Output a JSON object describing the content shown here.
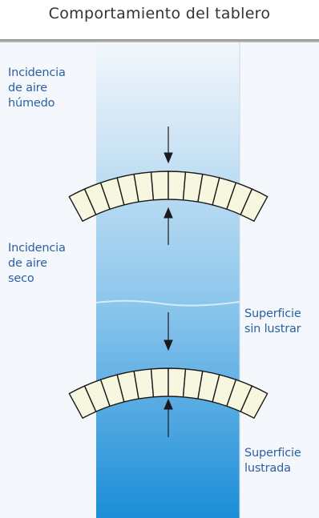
{
  "title": "Comportamiento del tablero",
  "labels": {
    "humid_air": [
      "Incidencia",
      "de aire",
      "húmedo"
    ],
    "dry_air": [
      "Incidencia",
      "de aire",
      "seco"
    ],
    "unpolished": [
      "Superficie",
      "sin lustrar"
    ],
    "polished": [
      "Superficie",
      "lustrada"
    ]
  },
  "colors": {
    "label_text": "#2c5fa3",
    "column_top": "#f4f8fc",
    "column_bottom": "#1d8fd8",
    "board_fill": "#f7f6df",
    "stroke": "#1a1a1a"
  }
}
